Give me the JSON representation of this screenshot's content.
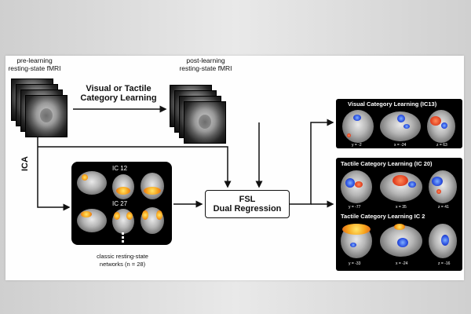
{
  "pre_learning": {
    "line1": "pre-learning",
    "line2": "resting-state fMRI"
  },
  "post_learning": {
    "line1": "post-learning",
    "line2": "resting-state fMRI"
  },
  "learning_step": {
    "line1": "Visual or Tactile",
    "line2": "Category Learning"
  },
  "ica_label": "ICA",
  "networks_box": {
    "ic_top": "IC 12",
    "ic_bottom": "IC 27",
    "caption_line1": "classic resting-state",
    "caption_line2": "networks (n = 28)"
  },
  "fsl_box": {
    "line1": "FSL",
    "line2": "Dual Regression"
  },
  "results": {
    "visual": {
      "title": "Visual Category Learning (IC13)",
      "coords": [
        "y = -2",
        "x = -24",
        "z = 63"
      ]
    },
    "tactile20": {
      "title": "Tactile Category Learning (IC 20)",
      "coords": [
        "y = -77",
        "x = 35",
        "z = 41"
      ]
    },
    "tactile2": {
      "title": "Tactile Category Learning IC 2",
      "coords": [
        "y = -33",
        "x = -24",
        "z = -16"
      ]
    }
  },
  "colors": {
    "activation_orange": "#f7a51c",
    "activation_blue": "#2a4fe0",
    "box_black": "#000000"
  }
}
